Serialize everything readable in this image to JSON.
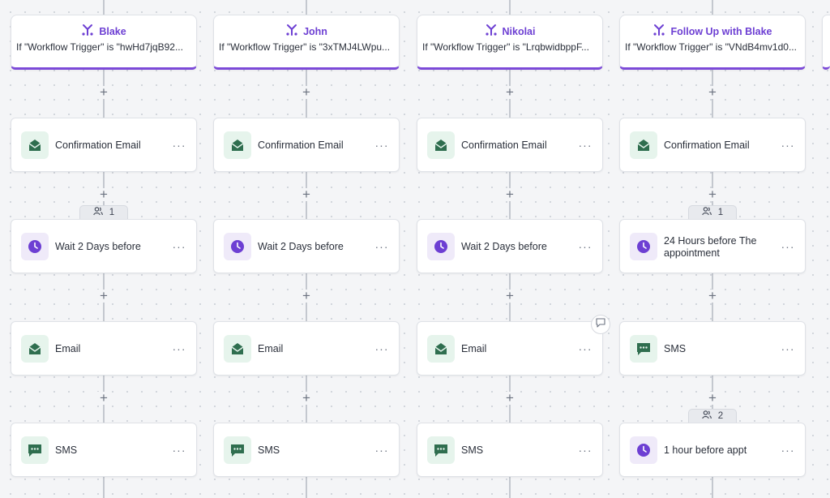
{
  "colors": {
    "accent": "#6d3fd3",
    "green_icon": "#2f6e4f",
    "purple_icon": "#6d3fd3",
    "connector": "#c4c8cf"
  },
  "columns": [
    {
      "branch": "Blake",
      "condition": "If \"Workflow Trigger\" is \"hwHd7jqB92...",
      "steps": [
        {
          "label": "Confirmation Email",
          "icon": "email-icon"
        },
        {
          "label": "Wait 2 Days before",
          "icon": "clock-icon",
          "badge": "1"
        },
        {
          "label": "Email",
          "icon": "email-icon"
        },
        {
          "label": "SMS",
          "icon": "sms-icon"
        }
      ]
    },
    {
      "branch": "John",
      "condition": "If \"Workflow Trigger\" is \"3xTMJ4LWpu...",
      "steps": [
        {
          "label": "Confirmation Email",
          "icon": "email-icon"
        },
        {
          "label": "Wait 2 Days before",
          "icon": "clock-icon"
        },
        {
          "label": "Email",
          "icon": "email-icon"
        },
        {
          "label": "SMS",
          "icon": "sms-icon"
        }
      ]
    },
    {
      "branch": "Nikolai",
      "condition": "If \"Workflow Trigger\" is \"LrqbwidbppF...",
      "steps": [
        {
          "label": "Confirmation Email",
          "icon": "email-icon"
        },
        {
          "label": "Wait 2 Days before",
          "icon": "clock-icon"
        },
        {
          "label": "Email",
          "icon": "email-icon",
          "comment": true
        },
        {
          "label": "SMS",
          "icon": "sms-icon"
        }
      ]
    },
    {
      "branch": "Follow Up with Blake",
      "condition": "If \"Workflow Trigger\" is \"VNdB4mv1d0...",
      "steps": [
        {
          "label": "Confirmation Email",
          "icon": "email-icon"
        },
        {
          "label": "24 Hours before The appointment",
          "icon": "clock-icon",
          "badge": "1"
        },
        {
          "label": "SMS",
          "icon": "sms-icon"
        },
        {
          "label": "1 hour before appt",
          "icon": "clock-icon",
          "badge": "2"
        }
      ]
    }
  ],
  "plus_symbol": "+",
  "more_symbol": "···"
}
